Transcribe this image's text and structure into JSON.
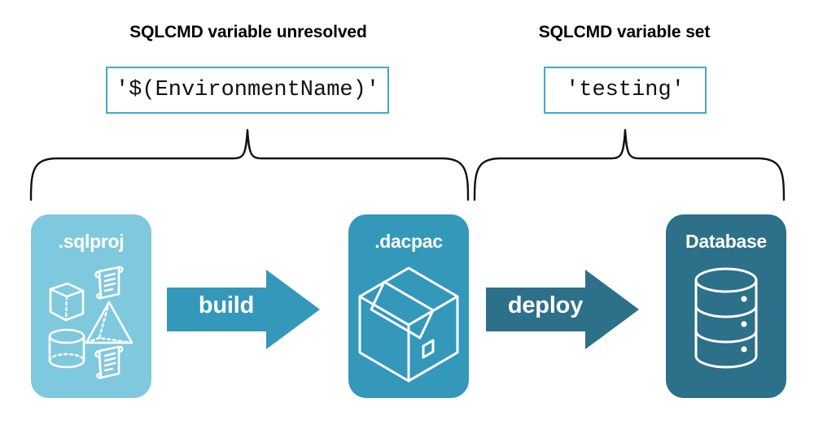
{
  "diagram": {
    "title_unresolved": "SQLCMD variable unresolved",
    "title_set": "SQLCMD variable set",
    "value_unresolved": "'$(EnvironmentName)'",
    "value_set": "'testing'",
    "stages": [
      {
        "id": "sqlproj",
        "label": ".sqlproj",
        "color": "#7FC9DE",
        "icons": [
          "script-scroll-icon",
          "cube-icon",
          "pyramid-icon",
          "cylinder-icon",
          "script-scroll-icon"
        ]
      },
      {
        "id": "dacpac",
        "label": ".dacpac",
        "color": "#3398BA",
        "icons": [
          "package-box-icon"
        ]
      },
      {
        "id": "database",
        "label": "Database",
        "color": "#2C7089",
        "icons": [
          "database-cylinder-icon"
        ]
      }
    ],
    "arrows": [
      {
        "id": "build",
        "label": "build",
        "color": "#3398BA"
      },
      {
        "id": "deploy",
        "label": "deploy",
        "color": "#2C7089"
      }
    ],
    "colors": {
      "box_border": "#40A9C9",
      "brace_stroke": "#111111",
      "background": "#FFFFFF",
      "text": "#000000",
      "label_text": "#FFFFFF"
    }
  }
}
